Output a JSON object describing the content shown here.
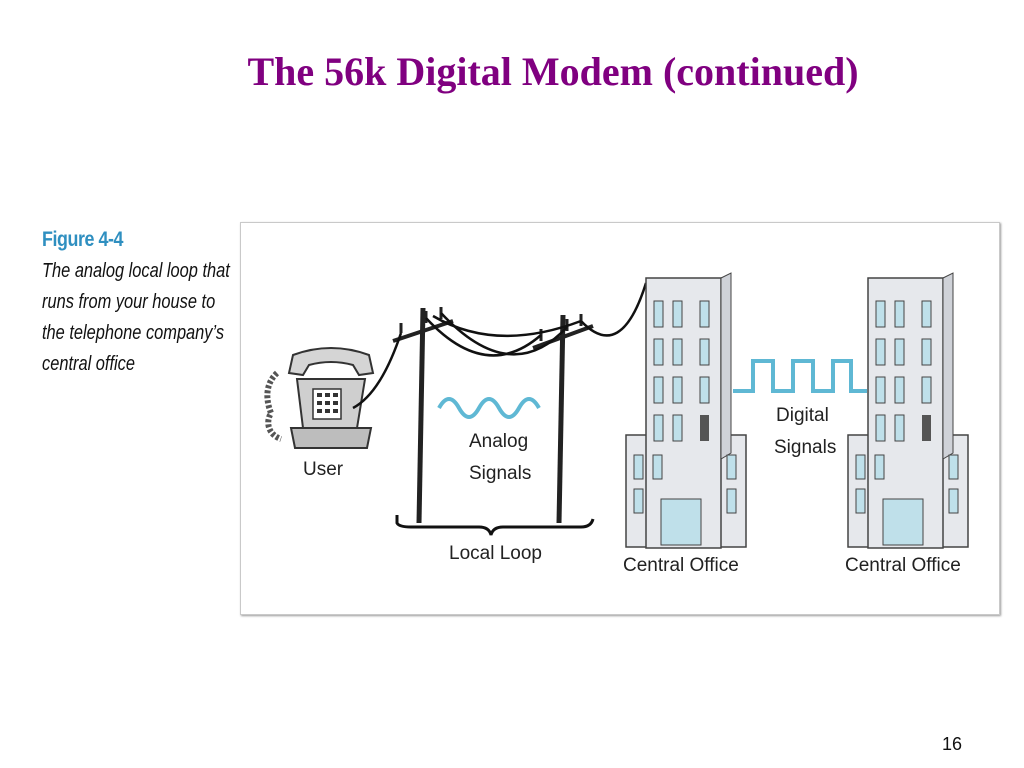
{
  "slide": {
    "title": "The 56k Digital Modem (continued)",
    "page_number": "16"
  },
  "figure": {
    "label": "Figure 4-4",
    "caption": "The analog local loop that runs from your house to the telephone company’s central office",
    "labels": {
      "user": "User",
      "analog_line1": "Analog",
      "analog_line2": "Signals",
      "local_loop": "Local Loop",
      "central_office_left": "Central Office",
      "central_office_right": "Central Office",
      "digital_line1": "Digital",
      "digital_line2": "Signals"
    },
    "colors": {
      "title": "#800080",
      "figure_label": "#2f8fc0",
      "signal_wave": "#5fb8d4",
      "building": "#e6e8ec"
    }
  }
}
